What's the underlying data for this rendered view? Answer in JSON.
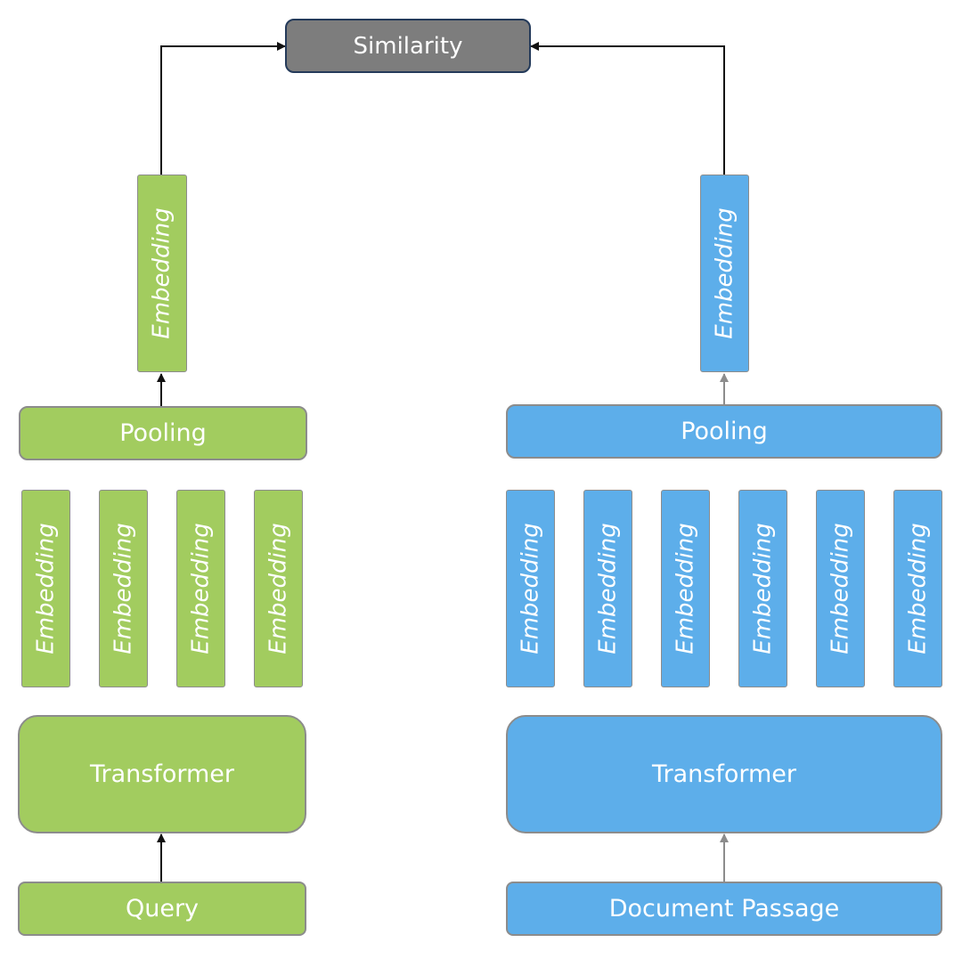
{
  "similarity": {
    "label": "Similarity"
  },
  "query_tower": {
    "top_embedding": "Embedding",
    "pooling": "Pooling",
    "token_embeddings": [
      "Embedding",
      "Embedding",
      "Embedding",
      "Embedding"
    ],
    "transformer": "Transformer",
    "input": "Query"
  },
  "document_tower": {
    "top_embedding": "Embedding",
    "pooling": "Pooling",
    "token_embeddings": [
      "Embedding",
      "Embedding",
      "Embedding",
      "Embedding",
      "Embedding",
      "Embedding"
    ],
    "transformer": "Transformer",
    "input": "Document Passage"
  },
  "colors": {
    "query_fill": "#a2cc5f",
    "document_fill": "#5daeea",
    "similarity_fill": "#7d7d7d",
    "similarity_border": "#243a5a",
    "box_border": "#8c8c8c",
    "arrow_dark": "#111111",
    "arrow_light": "#8c8c8c"
  }
}
